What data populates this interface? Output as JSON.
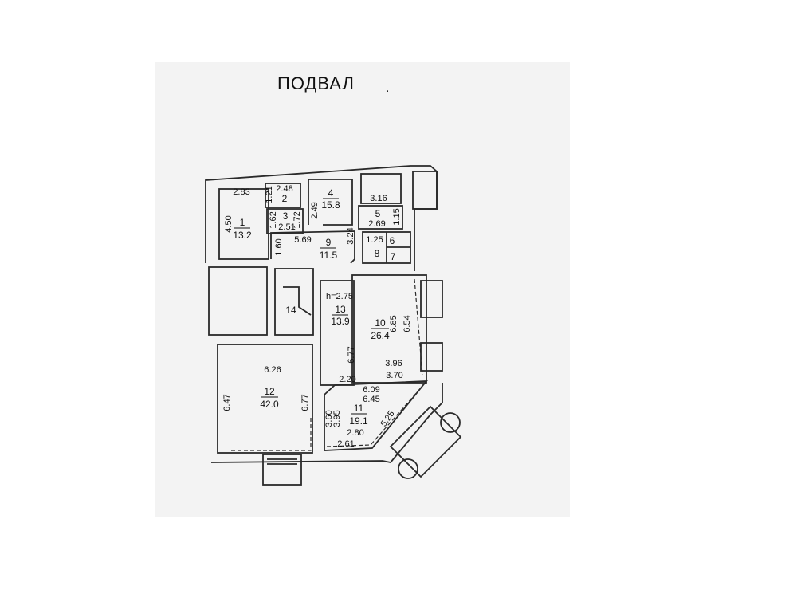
{
  "title": "ПОДВАЛ",
  "title_dot": ".",
  "rooms": [
    {
      "number": "1",
      "area": "13.2"
    },
    {
      "number": "2"
    },
    {
      "number": "3"
    },
    {
      "number": "4",
      "area": "15.8"
    },
    {
      "number": "5",
      "area": "2.69"
    },
    {
      "number": "6"
    },
    {
      "number": "7"
    },
    {
      "number": "8"
    },
    {
      "number": "9",
      "area": "11.5"
    },
    {
      "number": "10",
      "area": "26.4"
    },
    {
      "number": "11",
      "area": "19.1"
    },
    {
      "number": "12",
      "area": "42.0"
    },
    {
      "number": "13",
      "area": "13.9"
    },
    {
      "number": "14"
    }
  ],
  "dimensions": [
    "2.83",
    "4.50",
    "1.21",
    "2.48",
    "1.62",
    "1.72",
    "2.51",
    "2.49",
    "3.16",
    "1.15",
    "5.69",
    "1.60",
    "3.24",
    "1.25",
    "h=2.75",
    "6.85",
    "6.54",
    "6.77",
    "3.96",
    "3.70",
    "2.20",
    "6.26",
    "6.47",
    "6.77",
    "6.09",
    "6.45",
    "3.60",
    "3.95",
    "5.25",
    "2.80",
    "2.61"
  ]
}
